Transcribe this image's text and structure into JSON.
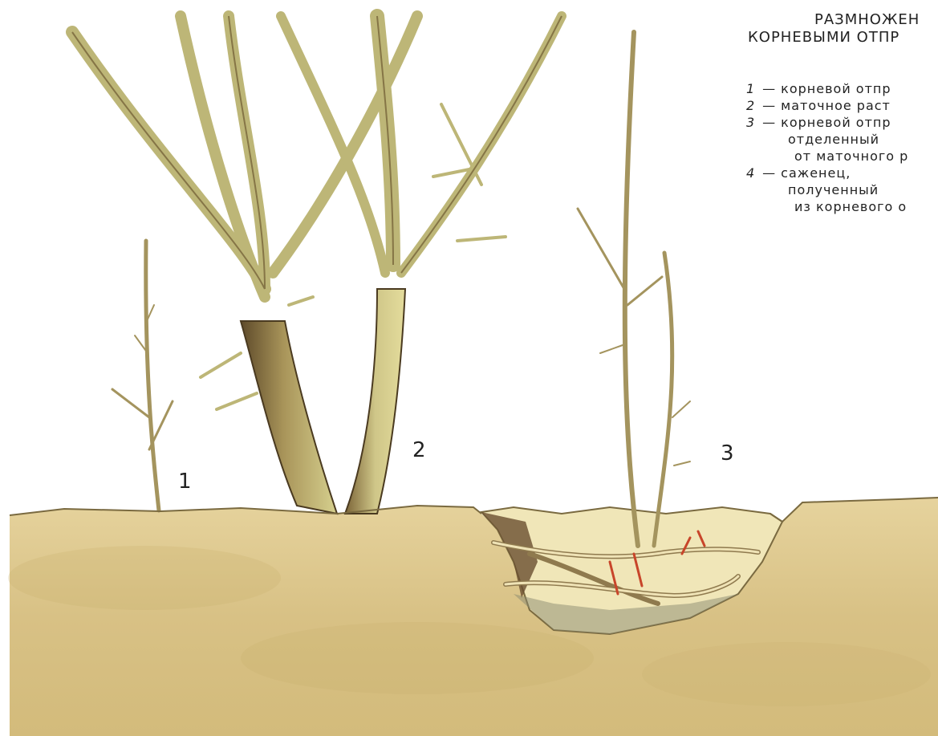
{
  "caption": {
    "line1": "РАЗМНОЖЕН",
    "line2": "КОРНЕВЫМИ ОТПР"
  },
  "legend": [
    {
      "num": "1",
      "text": "— корневой отпр"
    },
    {
      "num": "2",
      "text": "— маточное раст"
    },
    {
      "num": "3",
      "text": "— корневой отпр"
    },
    {
      "num": "",
      "text": "отделенный"
    },
    {
      "num": "",
      "text": "от маточного р"
    },
    {
      "num": "4",
      "text": "— саженец,"
    },
    {
      "num": "",
      "text": "полученный"
    },
    {
      "num": "",
      "text": "из корневого о"
    }
  ],
  "labels": {
    "one": "1",
    "two": "2",
    "three": "3"
  },
  "colors": {
    "soil": "#dcc78d",
    "soil_dark": "#c9ae6c",
    "bark": "#c8c27e",
    "bark_dark": "#6e5a32",
    "root_red": "#c8452a",
    "pit": "#f0e6b8"
  }
}
